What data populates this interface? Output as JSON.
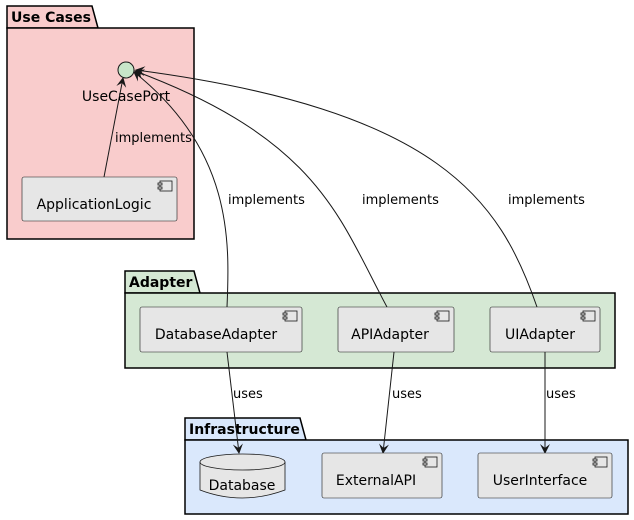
{
  "colors": {
    "use_cases_bg": "#f9cccc",
    "adapter_bg": "#d5e8d4",
    "infrastructure_bg": "#dae8fc",
    "component_bg": "#e6e6e6",
    "interface_bg": "#c8e6c9"
  },
  "packages": {
    "use_cases": {
      "title": "Use Cases"
    },
    "adapter": {
      "title": "Adapter"
    },
    "infrastructure": {
      "title": "Infrastructure"
    }
  },
  "nodes": {
    "use_case_port": "UseCasePort",
    "application_logic": "ApplicationLogic",
    "database_adapter": "DatabaseAdapter",
    "api_adapter": "APIAdapter",
    "ui_adapter": "UIAdapter",
    "database": "Database",
    "external_api": "ExternalAPI",
    "user_interface": "UserInterface"
  },
  "edges": {
    "app_logic_port": "implements",
    "db_adapter_port": "implements",
    "api_adapter_port": "implements",
    "ui_adapter_port": "implements",
    "db_adapter_db": "uses",
    "api_adapter_ext": "uses",
    "ui_adapter_ui": "uses"
  }
}
